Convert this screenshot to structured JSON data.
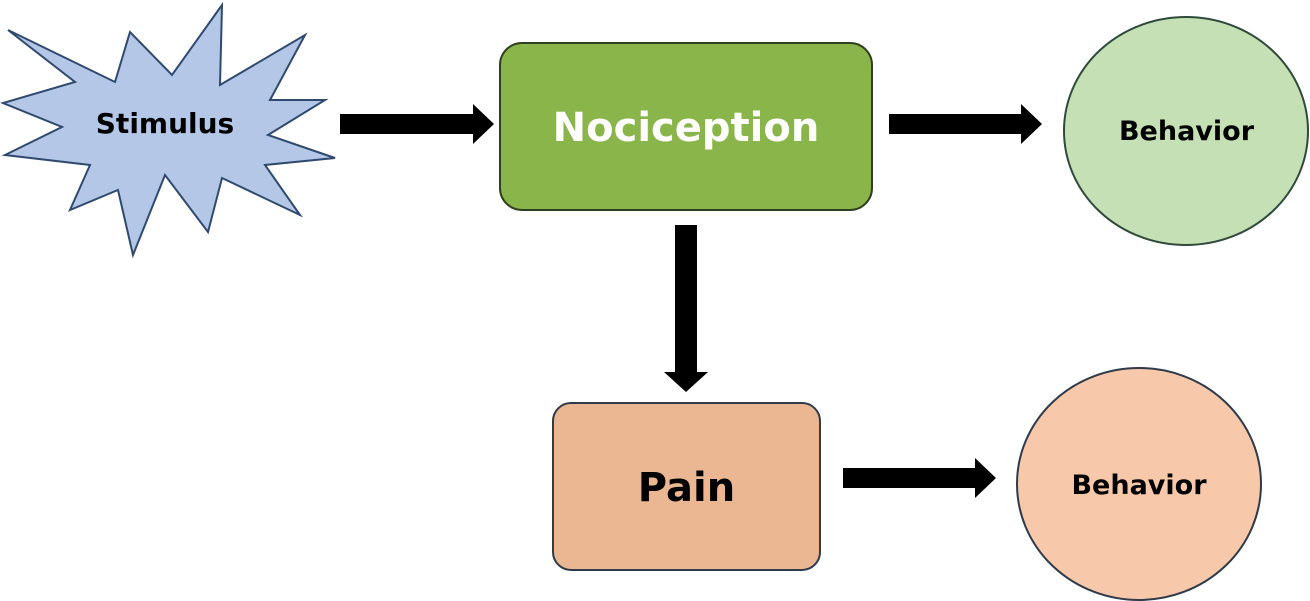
{
  "nodes": {
    "stimulus": {
      "label": "Stimulus",
      "fill": "#B4C7E7",
      "stroke": "#2F4A6E"
    },
    "nociception": {
      "label": "Nociception",
      "fill": "#8AB54A",
      "stroke": "#2F3F20"
    },
    "behavior_top": {
      "label": "Behavior",
      "fill": "#C5E0B4",
      "stroke": "#2F4A3A"
    },
    "pain": {
      "label": "Pain",
      "fill": "#EAB792",
      "stroke": "#2F3A4A"
    },
    "behavior_bottom": {
      "label": "Behavior",
      "fill": "#F7C9AA",
      "stroke": "#2F3A4A"
    }
  },
  "edges": [
    {
      "from": "stimulus",
      "to": "nociception"
    },
    {
      "from": "nociception",
      "to": "behavior_top"
    },
    {
      "from": "nociception",
      "to": "pain"
    },
    {
      "from": "pain",
      "to": "behavior_bottom"
    }
  ],
  "arrow_color": "#000000"
}
